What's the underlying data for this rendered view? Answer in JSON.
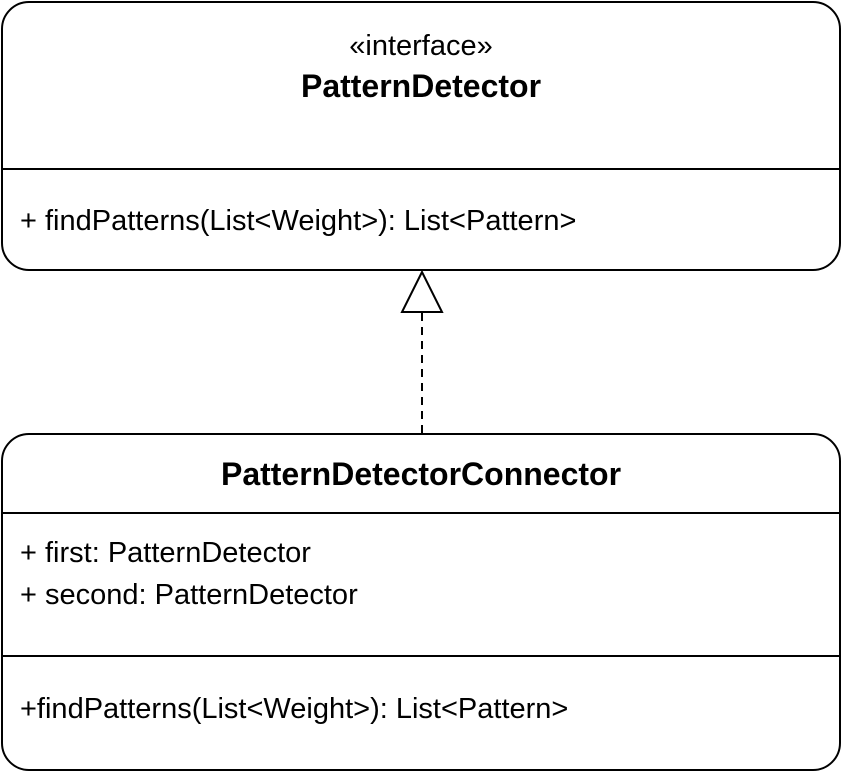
{
  "interface_class": {
    "stereotype": "«interface»",
    "name": "PatternDetector",
    "operations": [
      "+ findPatterns(List<Weight>): List<Pattern>"
    ]
  },
  "connector_class": {
    "name": "PatternDetectorConnector",
    "attributes": [
      "+ first: PatternDetector",
      "+ second: PatternDetector"
    ],
    "operations": [
      "+findPatterns(List<Weight>): List<Pattern>"
    ]
  },
  "relationship": {
    "type": "realization",
    "from": "PatternDetectorConnector",
    "to": "PatternDetector"
  }
}
